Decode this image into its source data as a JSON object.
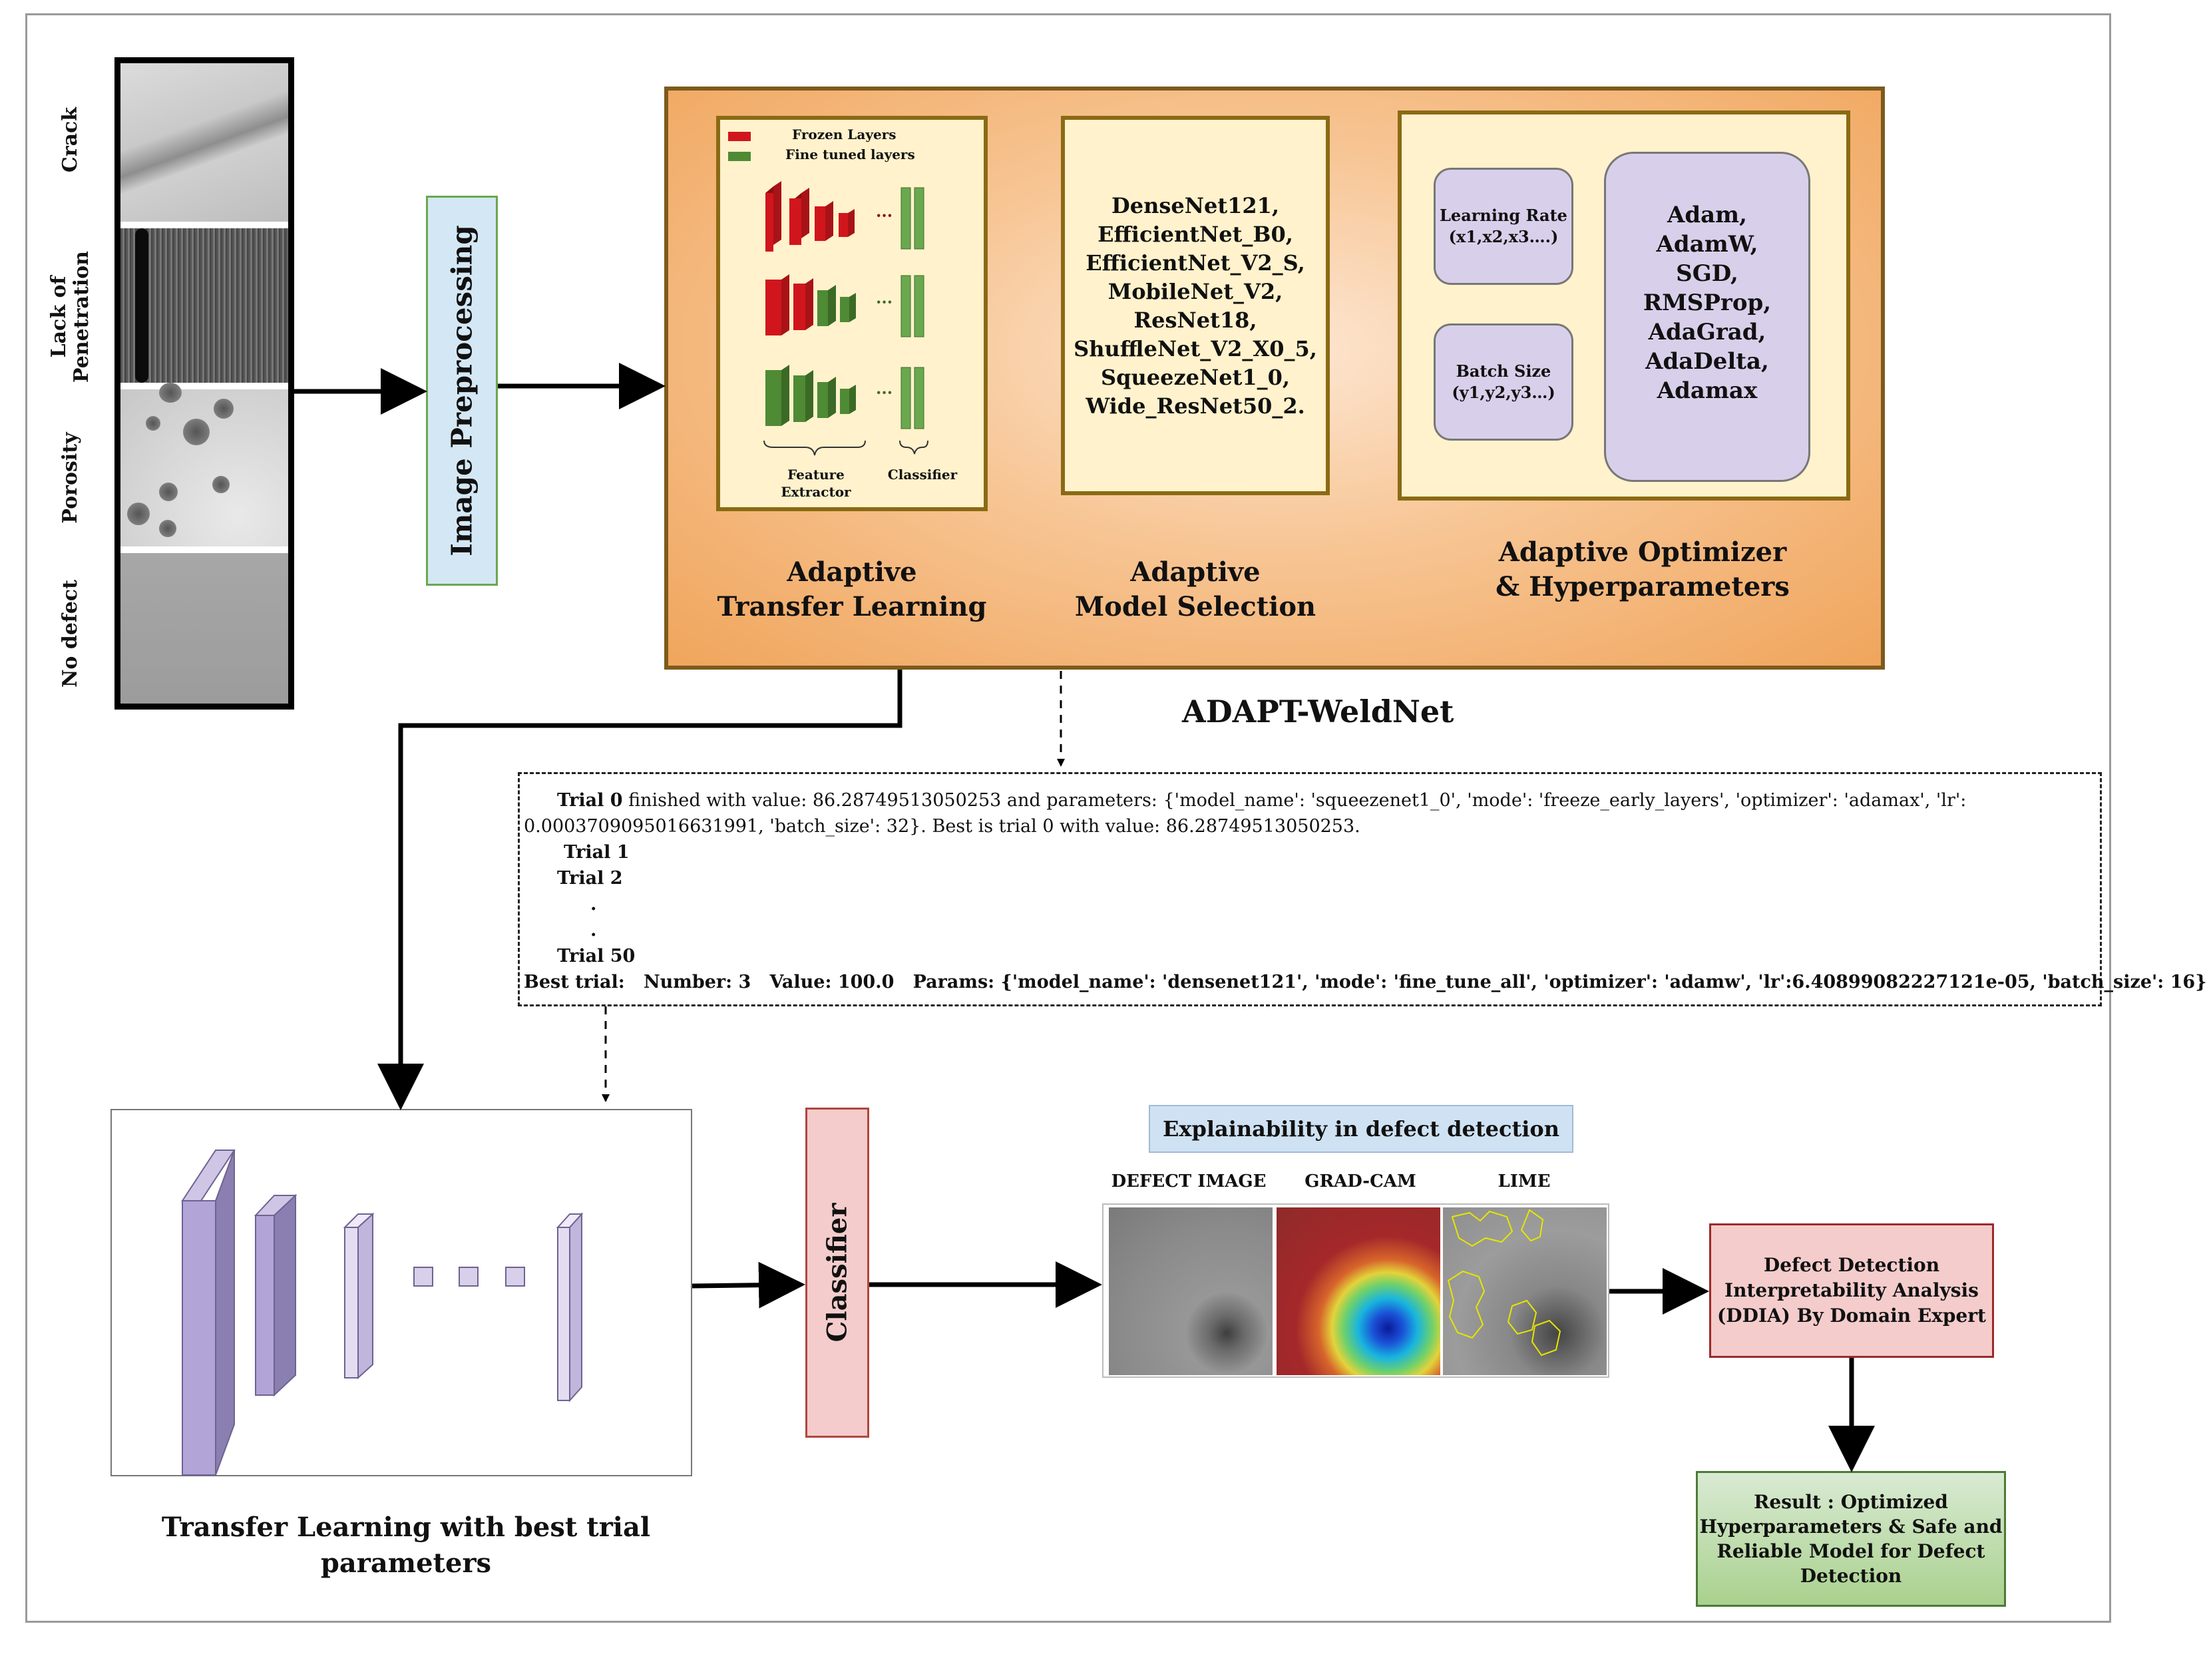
{
  "samples": {
    "labels": [
      "Crack",
      "Lack of Penetration",
      "Porosity",
      "No defect"
    ]
  },
  "preprocessing": {
    "label": "Image Preprocessing"
  },
  "adaptive": {
    "transfer": {
      "title_line1": "Adaptive",
      "title_line2": "Transfer Learning",
      "legend_frozen": "Frozen Layers",
      "legend_finetuned": "Fine tuned layers",
      "feature_line1": "Feature",
      "feature_line2": "Extractor",
      "classifier": "Classifier",
      "colors": {
        "frozen": "#d0161c",
        "finetuned": "#4f8a34"
      }
    },
    "model_selection": {
      "title_line1": "Adaptive",
      "title_line2": "Model Selection",
      "models": [
        "DenseNet121,",
        "EfficientNet_B0,",
        "EfficientNet_V2_S,",
        "MobileNet_V2,",
        "ResNet18,",
        "ShuffleNet_V2_X0_5,",
        "SqueezeNet1_0,",
        "Wide_ResNet50_2."
      ]
    },
    "optimizer": {
      "title_line1": "Adaptive Optimizer",
      "title_line2": "& Hyperparameters",
      "learning_rate": "Learning Rate",
      "learning_rate_values": "(x1,x2,x3….)",
      "batch_size": "Batch Size",
      "batch_size_values": "(y1,y2,y3…)",
      "optimizers": [
        "Adam,",
        "AdamW,",
        "SGD,",
        "RMSProp,",
        "AdaGrad,",
        "AdaDelta,",
        "Adamax"
      ]
    }
  },
  "framework_title": "ADAPT-WeldNet",
  "trials": {
    "trial0_label": "Trial 0",
    "trial0_text_a": " finished with value: 86.28749513050253 and parameters: {'model_name': 'squeezenet1_0', 'mode': 'freeze_early_layers', 'optimizer': 'adamax', 'lr':",
    "trial0_text_b": "0.0003709095016631991, 'batch_size': 32}. Best is trial 0 with value: 86.28749513050253.",
    "trial1": "Trial 1",
    "trial2": "Trial 2",
    "dot": ".",
    "trial50": "Trial 50",
    "best": "Best trial:   Number: 3   Value: 100.0   Params: {'model_name': 'densenet121', 'mode': 'fine_tune_all', 'optimizer': 'adamw', 'lr':6.40899082227121e-05, 'batch_size': 16}"
  },
  "transfer_caption_line1": "Transfer Learning with best trial",
  "transfer_caption_line2": "parameters",
  "classifier_label": "Classifier",
  "explainability": {
    "title": "Explainability in defect detection",
    "columns": [
      "DEFECT IMAGE",
      "GRAD-CAM",
      "LIME"
    ]
  },
  "ddia": {
    "text": "Defect Detection Interpretability Analysis (DDIA) By Domain Expert"
  },
  "result": {
    "text": "Result : Optimized Hyperparameters & Safe and Reliable Model for Defect Detection"
  }
}
